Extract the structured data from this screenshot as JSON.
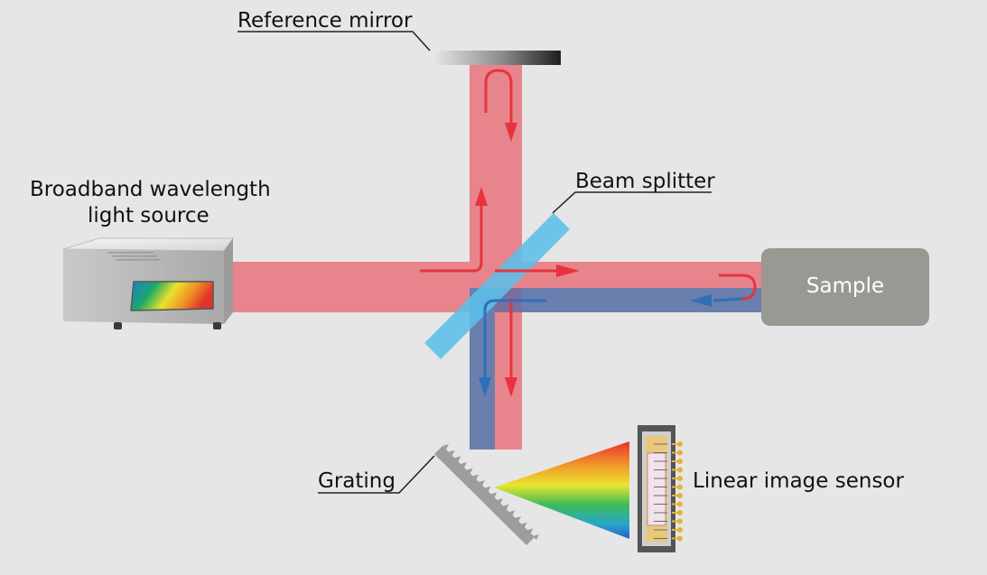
{
  "labels": {
    "reference_mirror": "Reference mirror",
    "light_source_line1": "Broadband wavelength",
    "light_source_line2": "light source",
    "beam_splitter": "Beam splitter",
    "sample": "Sample",
    "grating": "Grating",
    "sensor": "Linear image sensor"
  },
  "colors": {
    "background": "#e6e6e6",
    "reference_beam": "#e8848b",
    "sample_beam": "#6a7fae",
    "red_arrow": "#e6343f",
    "blue_arrow": "#2f6fb8",
    "beam_splitter": "#5bc0e8",
    "sample_box": "#9a9893",
    "sensor_pins": "#e2b23a"
  },
  "icons": [
    "light-source-box",
    "spectrum-window",
    "reference-mirror",
    "beam-splitter",
    "sample-box",
    "diffraction-grating",
    "linear-image-sensor",
    "spectrum-fan"
  ]
}
